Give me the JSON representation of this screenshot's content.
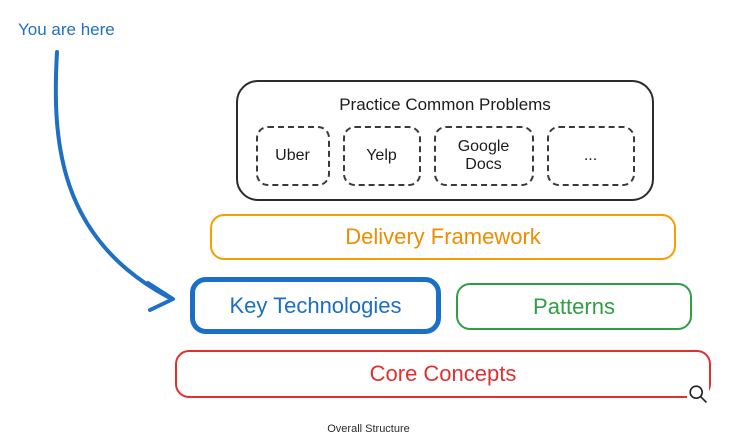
{
  "annotation": {
    "label": "You are here",
    "color": "#1f6fc5"
  },
  "practice_box": {
    "title": "Practice Common Problems",
    "items": [
      "Uber",
      "Yelp",
      "Google Docs",
      "..."
    ]
  },
  "layers": {
    "delivery": {
      "label": "Delivery Framework",
      "color": "#f59f00"
    },
    "key_technologies": {
      "label": "Key Technologies",
      "color": "#1b6fc6",
      "highlighted": true
    },
    "patterns": {
      "label": "Patterns",
      "color": "#2f9e44"
    },
    "core_concepts": {
      "label": "Core Concepts",
      "color": "#e03131"
    }
  },
  "caption": "Overall Structure",
  "icons": {
    "zoom": "magnifier-icon"
  }
}
